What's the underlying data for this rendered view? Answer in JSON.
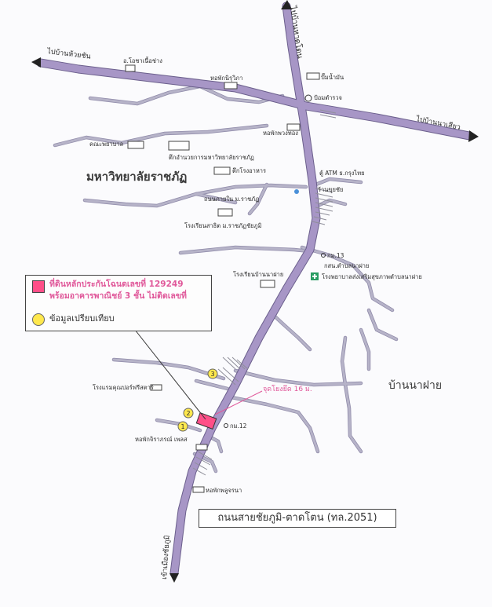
{
  "roads": {
    "north": "ไปบ้านหาดโดน",
    "west": "ไปบ้านห้วยชัน",
    "east": "ไปบ้านนาเสียว",
    "south": "เข้าเมืองชัยภูมิ",
    "highway_name": "ถนนสายชัยภูมิ-ตาดโตน (ทล.2051)",
    "side_road": "ถนนภายใน ม.ราชภัฏ"
  },
  "places": {
    "college": "มหาวิทยาลัยราชภัฏ",
    "village": "บ้านนาฝาย",
    "o_chai_nuea_chang": "อ.โอชาเนื้อช่าง",
    "dorm_nirapha": "หอพักนิรุวิภา",
    "gas_station": "ปั๊มน้ำมัน",
    "police_box": "ป้อมตำรวจ",
    "dorm_phawong": "หอพักพวงทอง",
    "faculty_nursing": "คณะพยาบาล",
    "admin_building": "ตึกอำนวยการมหาวิทยาลัยราชภัฏ",
    "cafeteria": "ตึกโรงอาหาร",
    "atm": "ตู้ ATM ธ.กรุงไทย",
    "shop": "ร้านขุยชัย",
    "demo_school": "โรงเรียนสาธิต ม.ราชภัฏชัยภูมิ",
    "km13": "กม.13",
    "tambon_office": "กสน.ตำบลนาฝาย",
    "school_nafai": "โรงเรียนบ้านนาฝาย",
    "health_center": "โรงพยาบาลส่งเสริมสุขภาพตำบลนาฝาย",
    "hotel": "โรงแรมคุณปอร์ฟรีสตาร์",
    "km12": "กม.12",
    "dorm_jiraporn": "หอพักจิราภรณ์ เพลส",
    "dorm_pongjarun": "หอพักพลูจรนา",
    "connection_point": "จุดโยงยึด 16 ม."
  },
  "markers": [
    "1",
    "2",
    "3"
  ],
  "legend": {
    "item1_line1": "ที่ดินหลักประกันโฉนดเลขที่ 129249",
    "item1_line2": "พร้อมอาคารพาณิชย์ 3 ชั้น ไม่ติดเลขที่",
    "item2": "ข้อมูลเปรียบเทียบ"
  },
  "colors": {
    "main_road": "#a796c6",
    "subject_property": "#ff4f88",
    "comparison": "#ffe84d",
    "pink_text": "#e0589a",
    "health_cross": "#2a9d63"
  }
}
